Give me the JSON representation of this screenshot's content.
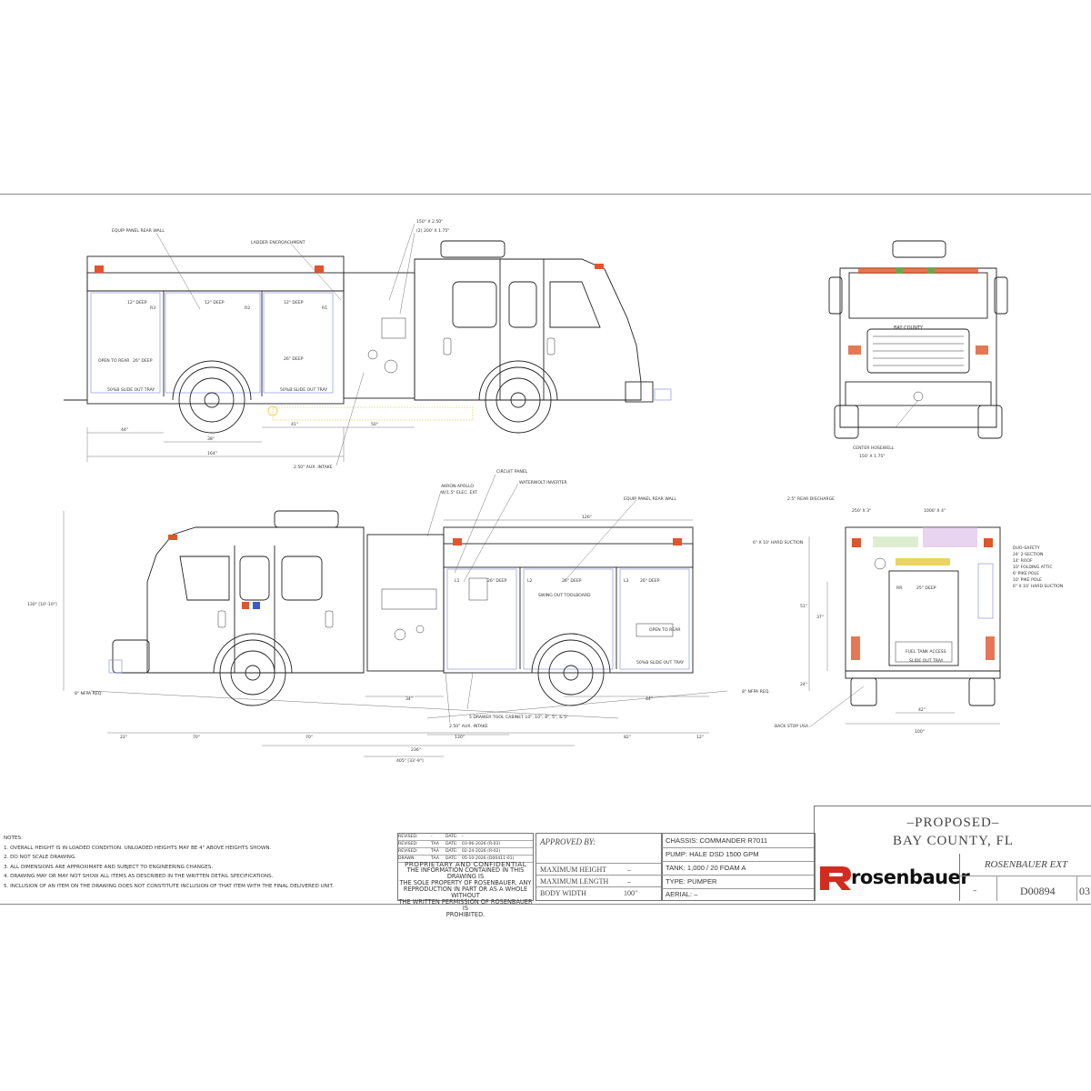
{
  "top_view_labels": {
    "equip_panel": "EQUIP PANEL REAR WALL",
    "ladder_enc": "LADDER ENCROACHMENT",
    "disch_a": "150\" X 2.50\"",
    "disch_b": "(2) 200' X 1.75\"",
    "deep_12a": "12\" DEEP",
    "deep_12b": "12\" DEEP",
    "deep_12c": "12\" DEEP",
    "deep_26a": "26\" DEEP",
    "deep_26b": "26\" DEEP",
    "open_rear": "OPEN TO REAR",
    "slide_a": "50%B SLIDE OUT TRAY",
    "slide_b": "50%B SLIDE OUT TRAY",
    "r1": "R1",
    "r2": "R2",
    "r3": "R3",
    "d44": "44\"",
    "d38": "38\"",
    "d41": "41\"",
    "d50": "50\"",
    "d164": "164\"",
    "aux": "2.50\" AUX. INTAKE",
    "hosewell": "CENTER HOSEWELL",
    "hosewell_dim": "150' X 1.75\"",
    "bay_county": "BAY COUNTY"
  },
  "bottom_view_labels": {
    "akron": "AKRON APOLLO",
    "akron2": "W/1.5\" ELEC. EXT.",
    "circuit": "CIRCUIT PANEL",
    "inverter": "WATERWOLT INVERTER",
    "equip_panel": "EQUIP PANEL REAR WALL",
    "height": "130\" [10'-10\"]",
    "d126": "126\"",
    "l1": "L1",
    "l2": "L2",
    "l3": "L3",
    "deep_26a": "26\" DEEP",
    "deep_26b": "26\" DEEP",
    "deep_26c": "26\" DEEP",
    "swing": "SWING OUT TOOLBOARD",
    "open_rear": "OPEN TO REAR",
    "slide": "50%B SLIDE OUT TRAY",
    "nfpa_front": "8\" NFPA REQ.",
    "nfpa_rear": "8\" NFPA REQ.",
    "drawer": "5 DRAWER TOOL CABINET 10\", 10\", 8\", 5\", & 5\"",
    "aux": "2.50\" AUX. INTAKE",
    "d22": "22\"",
    "d70a": "70\"",
    "d70b": "70\"",
    "d82": "82\"",
    "d12": "12\"",
    "d130": "130\"",
    "d236": "236\"",
    "d34": "34\"",
    "d44": "44\"",
    "overall": "405\" [33'-9\"]"
  },
  "rear_view_labels": {
    "rear_disch": "2.5\" REAR DISCHARGE",
    "disch_250": "250' X 3\"",
    "disch_1000": "1000' X 4\"",
    "hard_suction": "6\" X 10' HARD SUCTION",
    "ladders": [
      "DUO-SAFETY",
      "24' 2-SECTION",
      "14' ROOF",
      "10' FOLDING ATTIC",
      "6' PIKE POLE",
      "10' PIKE POLE",
      "6\" X 10' HARD SUCTION"
    ],
    "rr": "RR",
    "deep": "25\" DEEP",
    "fuel": "FUEL TANK ACCESS",
    "slide": "SLIDE OUT TRAY",
    "back_stop": "BACK STOP USA",
    "d42": "42\"",
    "d100": "100\"",
    "d24": "24\"",
    "d37": "37\"",
    "d51": "51\""
  },
  "notes": {
    "header": "NOTES:",
    "items": [
      "1. OVERALL HEIGHT IS IN LOADED CONDITION. UNLOADED HEIGHTS MAY BE 4\" ABOVE HEIGHTS SHOWN.",
      "2. DO NOT SCALE DRAWING.",
      "3. ALL DIMENSIONS ARE APPROXIMATE AND SUBJECT TO ENGINEERING CHANGES.",
      "4. DRAWING MAY OR MAY NOT SHOW ALL ITEMS AS DESCRIBED IN THE WRITTEN DETAIL SPECIFICATIONS.",
      "5. INCLUSION OF AN ITEM ON THE DRAWING DOES NOT CONSTITUTE INCLUSION OF THAT ITEM WITH THE FINAL DELIVERED UNIT."
    ]
  },
  "revisions": {
    "rows": [
      {
        "label": "REVISED:",
        "by": "-",
        "date_label": "DATE:",
        "date": "-"
      },
      {
        "label": "REVISED:",
        "by": "TAA",
        "date_label": "DATE:",
        "date": "03-06-2026 (R-03)"
      },
      {
        "label": "REVISED:",
        "by": "TAA",
        "date_label": "DATE:",
        "date": "02-24-2026 (R-02)"
      },
      {
        "label": "DRAWN:",
        "by": "TAA",
        "date_label": "DATE:",
        "date": "05-10-2026 (D00411-01)"
      }
    ],
    "prop_title": "PROPRIETARY AND CONFIDENTIAL",
    "prop_text": [
      "THE INFORMATION CONTAINED IN THIS DRAWING IS",
      "THE SOLE PROPERTY OF ROSENBAUER. ANY",
      "REPRODUCTION IN PART OR AS A WHOLE WITHOUT",
      "THE WRITTEN PERMISSION OF ROSENBAUER IS",
      "PROHIBITED."
    ]
  },
  "approval": {
    "approved_by": "APPROVED BY:",
    "rows": [
      {
        "label": "MAXIMUM HEIGHT",
        "value": "–"
      },
      {
        "label": "MAXIMUM LENGTH",
        "value": "–"
      },
      {
        "label": "BODY WIDTH",
        "value": "100\""
      }
    ]
  },
  "specs": {
    "chassis": "CHASSIS: COMMANDER R7011",
    "pump": "PUMP: HALE DSD 1500 GPM",
    "tank": "TANK: 1,000 / 20 FOAM A",
    "type": "TYPE: PUMPER",
    "aerial": "AERIAL: –"
  },
  "title": {
    "proposed": "–PROPOSED–",
    "customer": "BAY COUNTY, FL",
    "model": "ROSENBAUER EXT",
    "brand": "rosenbauer",
    "job_value": "–",
    "drawing_no": "D00894",
    "rev": "03"
  },
  "colors": {
    "line": "#222222",
    "blue_detail": "#7f86d9",
    "yellow_detail": "#e6c93a",
    "warning_light": "#e0552b",
    "logo_red": "#d42b1f"
  }
}
